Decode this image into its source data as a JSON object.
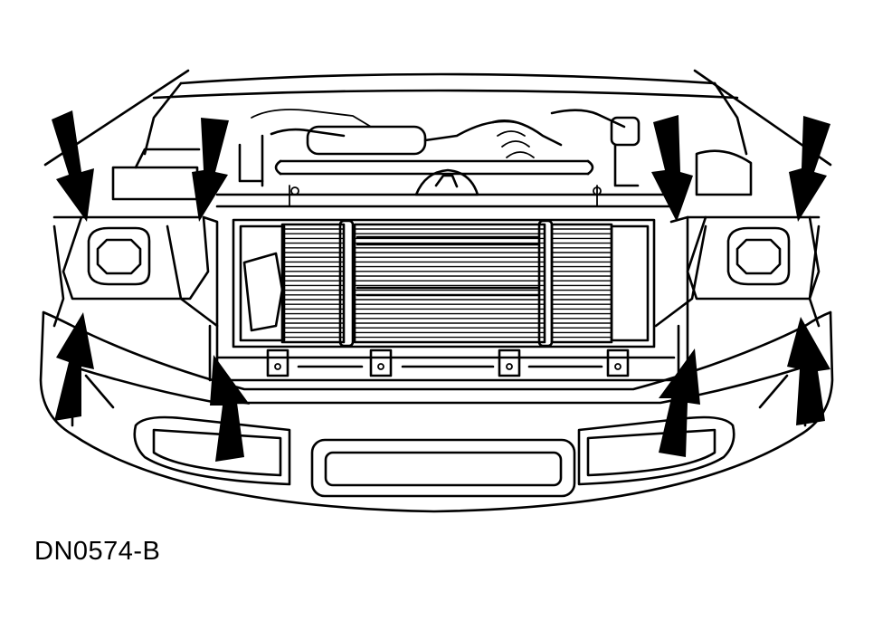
{
  "figure": {
    "id_label": "DN0574-B",
    "subject": "front-end-grille-opening-with-radiator",
    "callout_arrow_count": 8,
    "ink_color": "#000000",
    "paper_color": "#ffffff"
  }
}
